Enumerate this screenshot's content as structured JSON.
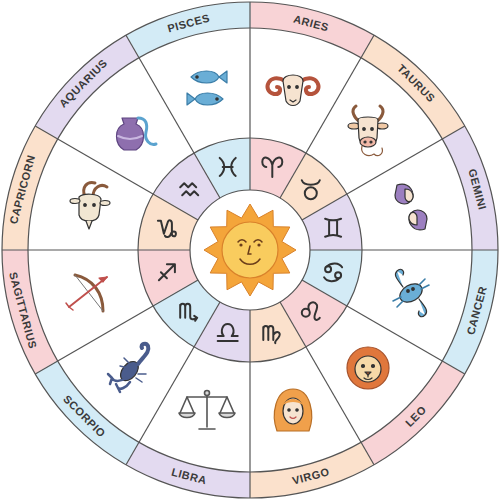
{
  "diagram": {
    "labels": [
      "PISCES",
      "ARIES",
      "TAURUS",
      "GEMINI",
      "CANCER",
      "LEO",
      "VIRGO",
      "LIBRA",
      "SCORPIO",
      "SAGITTARIUS",
      "CAPRICORN",
      "AQUARIUS"
    ]
  }
}
